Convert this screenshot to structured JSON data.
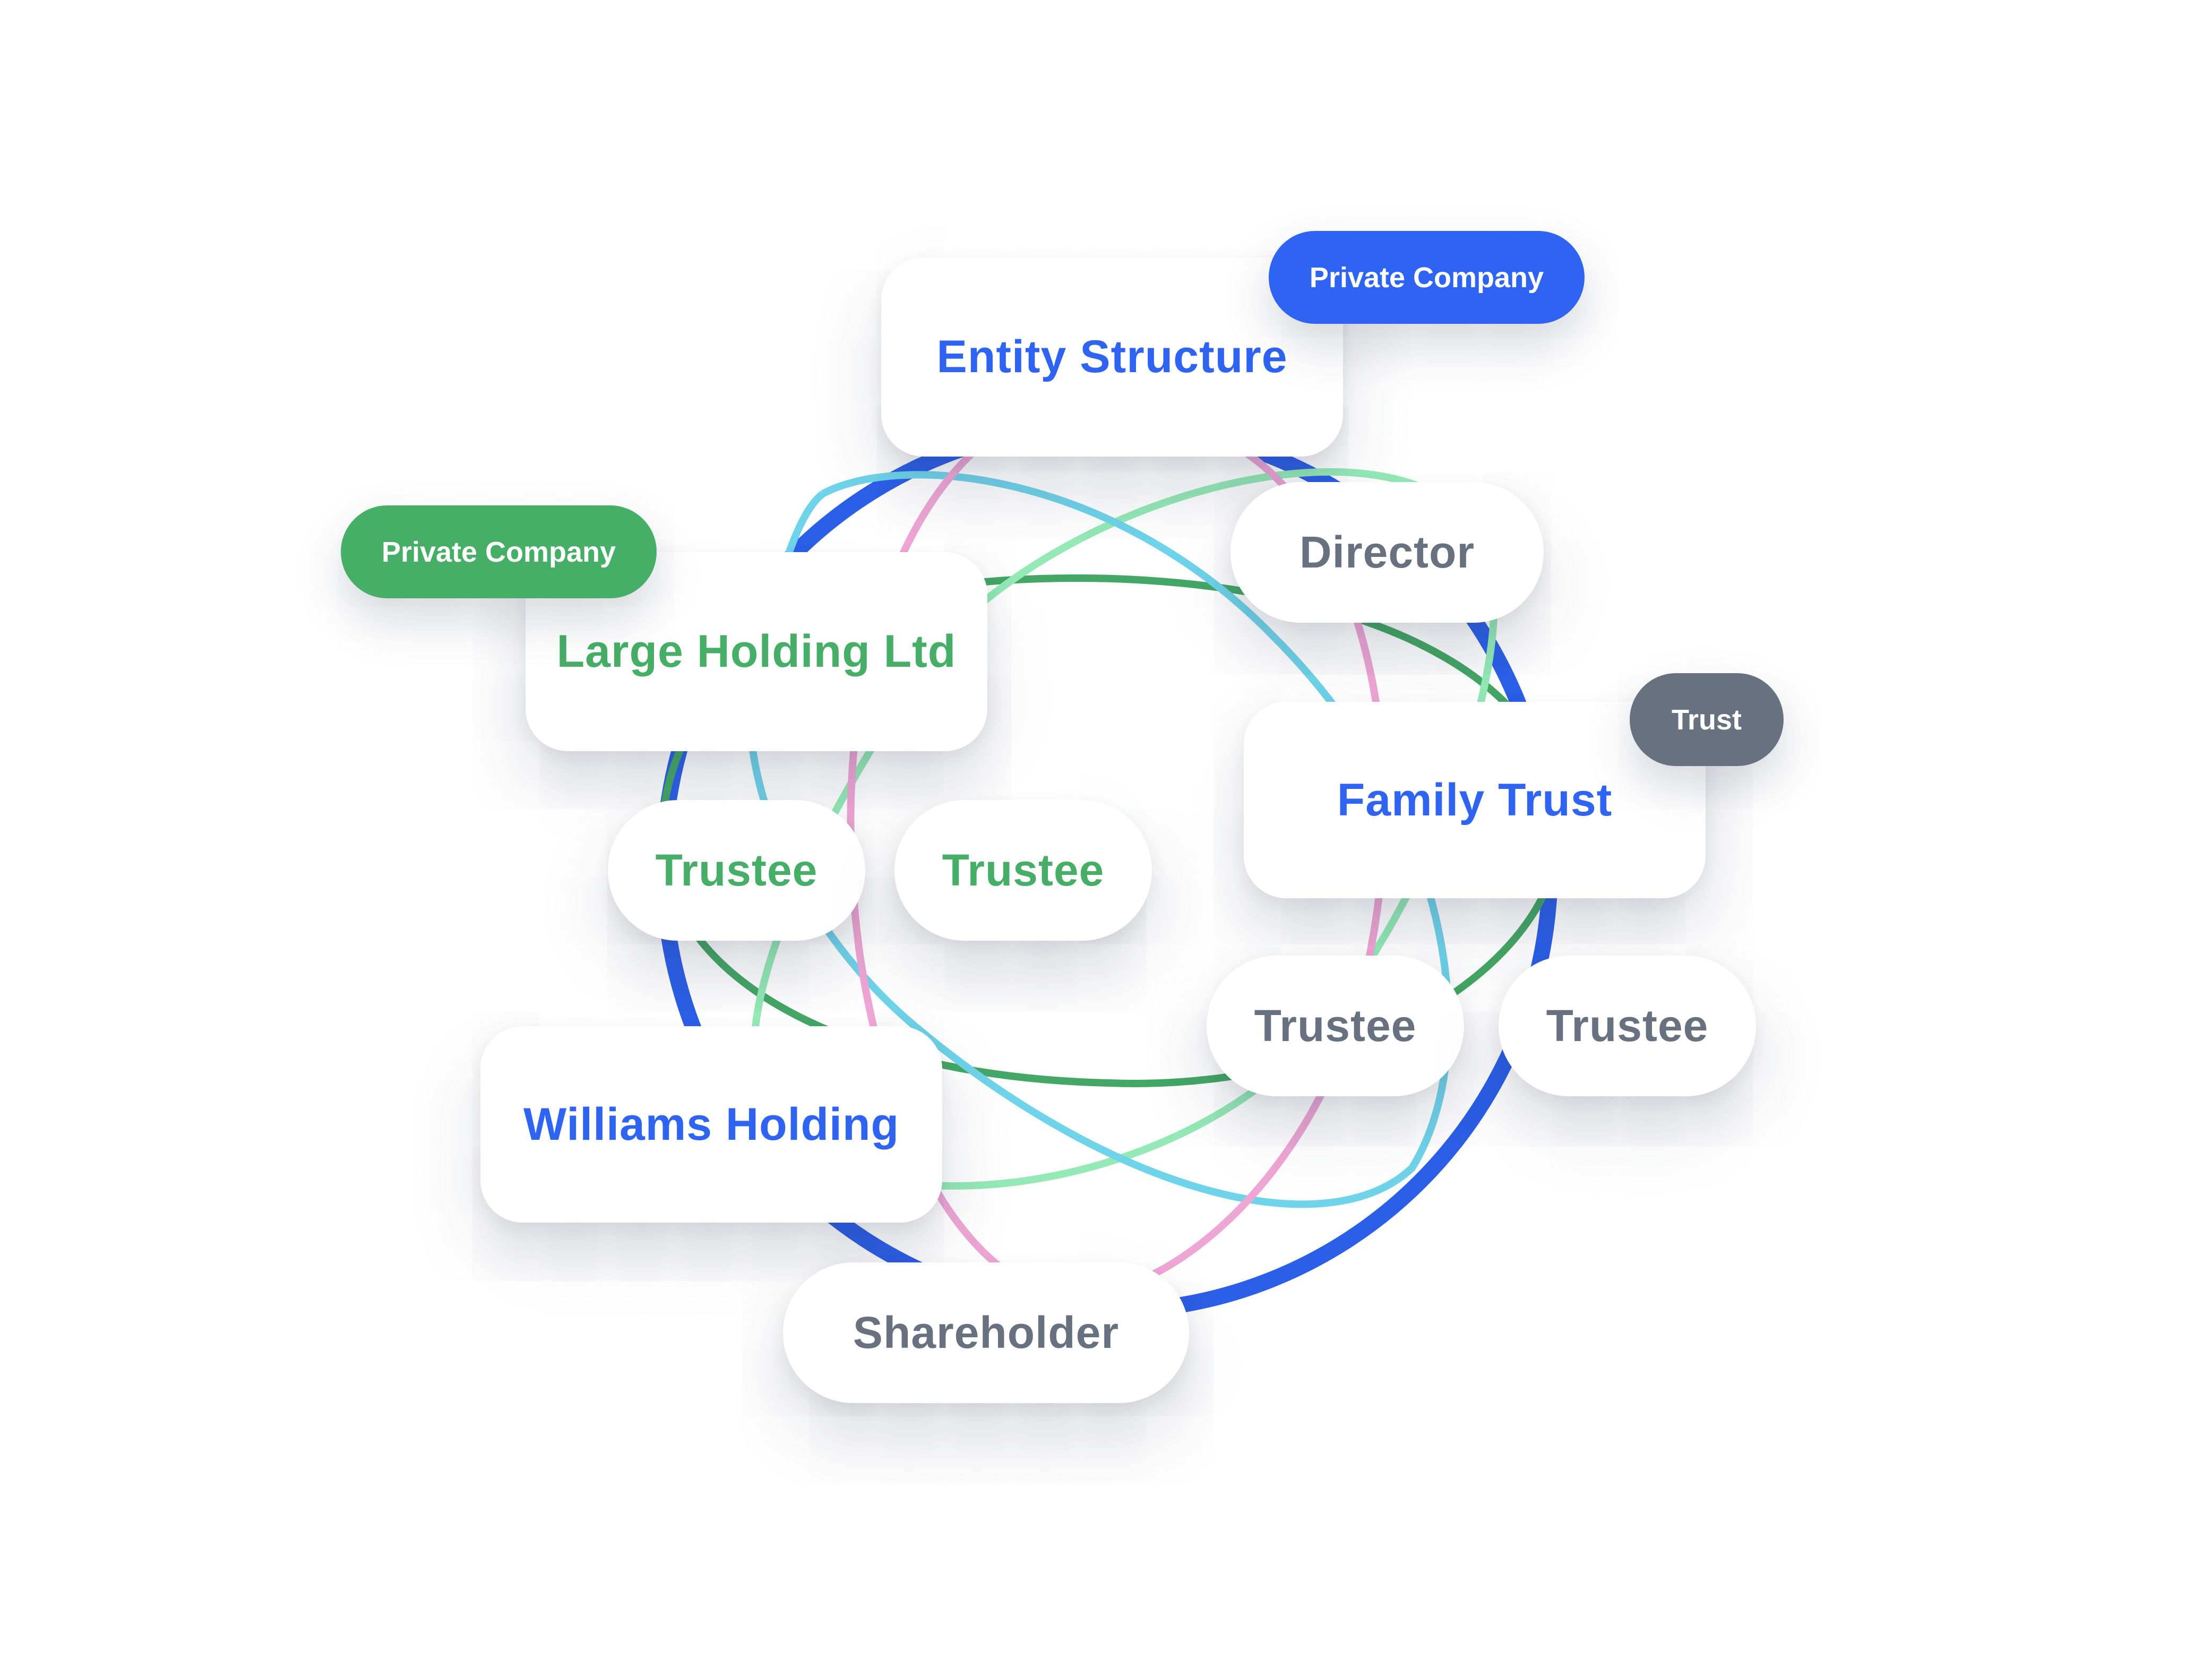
{
  "colors": {
    "blue": "#2f63f2",
    "green": "#46ae66",
    "gray": "#687180",
    "ring": "#2c5fe8",
    "link_pink": "#eea6d4",
    "link_cyan": "#6fd3e9",
    "link_light_green": "#94e9b6",
    "link_dark_green": "#44a765"
  },
  "nodes": {
    "entity_structure": "Entity Structure",
    "large_holding": "Large Holding Ltd",
    "director": "Director",
    "family_trust": "Family Trust",
    "trustee_green_1": "Trustee",
    "trustee_green_2": "Trustee",
    "trustee_gray_1": "Trustee",
    "trustee_gray_2": "Trustee",
    "williams_holding": "Williams Holding",
    "shareholder": "Shareholder"
  },
  "badges": {
    "entity_structure_type": "Private Company",
    "large_holding_type": "Private Company",
    "family_trust_type": "Trust"
  }
}
